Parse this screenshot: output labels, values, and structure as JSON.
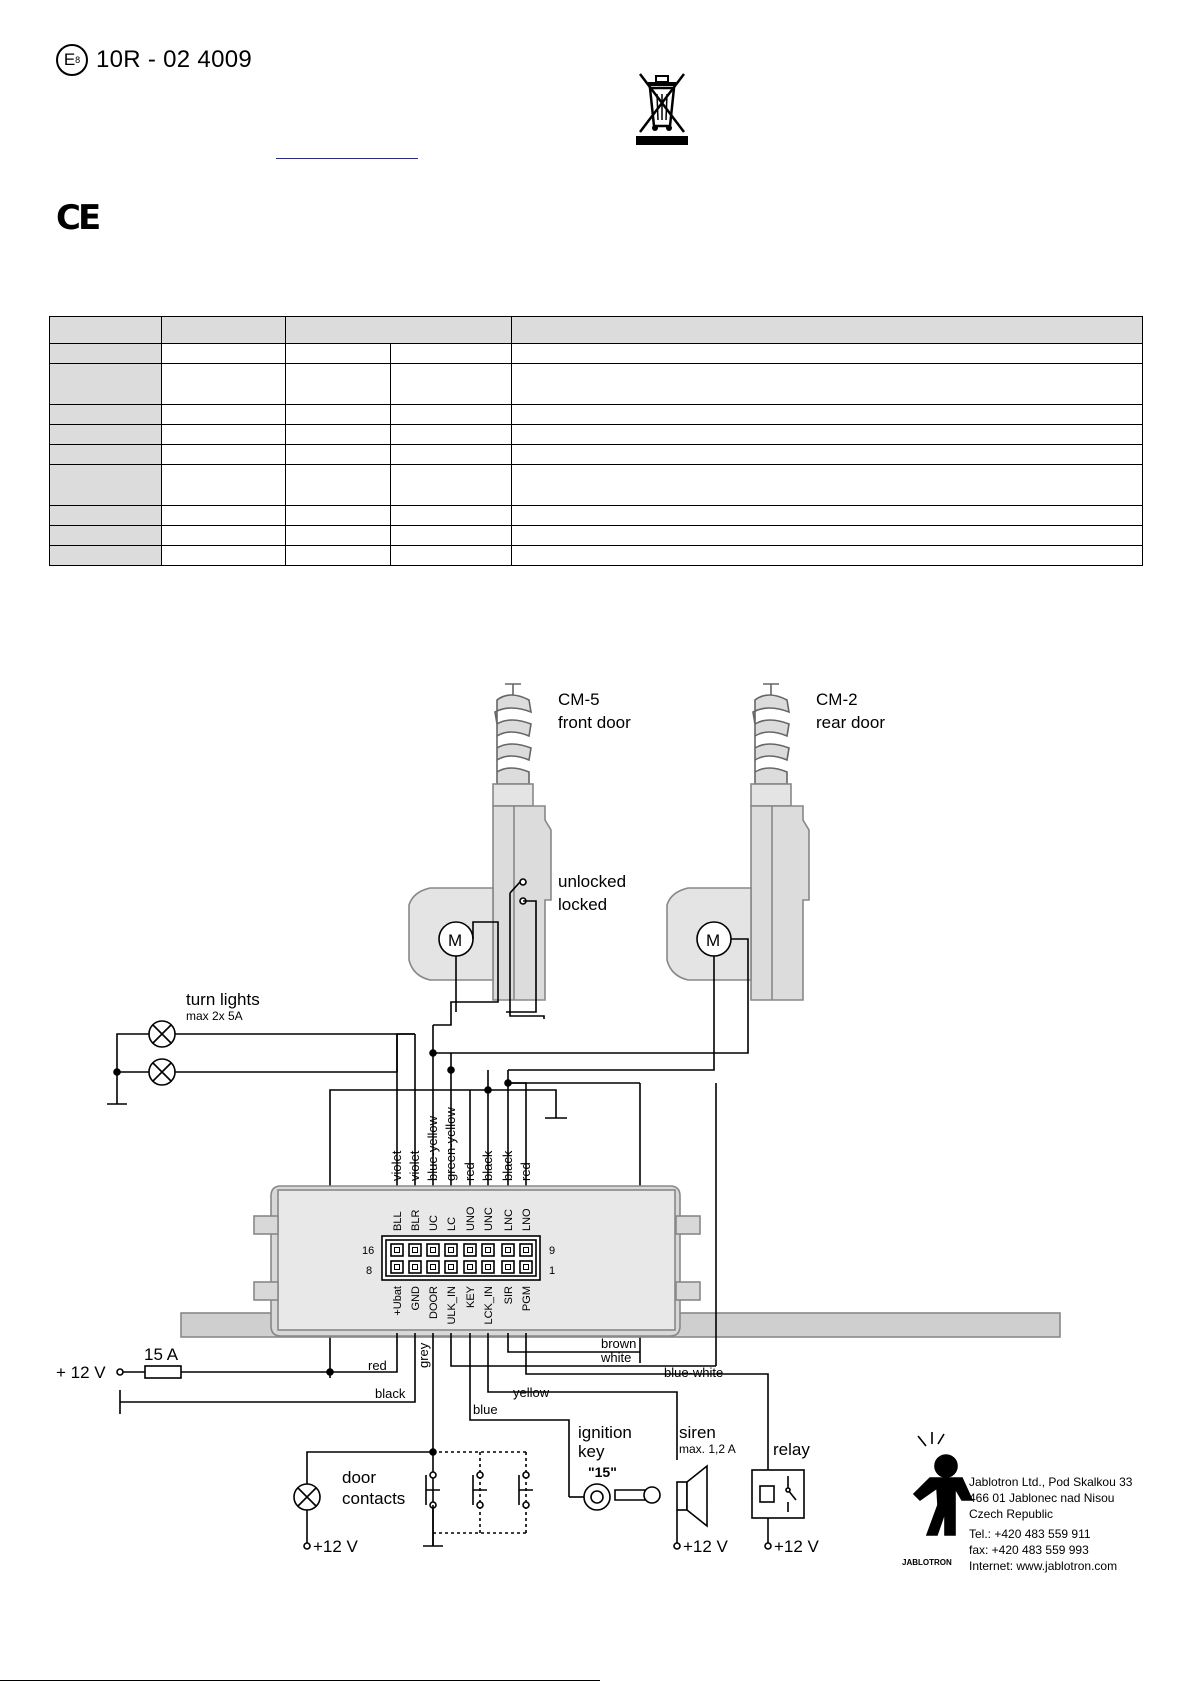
{
  "approval": {
    "mark_letter": "E",
    "mark_sub": "8",
    "number": "10R - 02 4009"
  },
  "ce_mark": "CE",
  "spec_table": {
    "rows": 10,
    "cols": 5
  },
  "devices": {
    "cm5": {
      "model": "CM-5",
      "desc": "front door"
    },
    "cm2": {
      "model": "CM-2",
      "desc": "rear door"
    },
    "unlocked": "unlocked",
    "locked": "locked",
    "motor": "M"
  },
  "turn_lights": {
    "label": "turn lights",
    "rating": "max 2x 5A"
  },
  "wires_top": [
    "violet",
    "violet",
    "blue-yellow",
    "green-yellow",
    "red",
    "black",
    "black",
    "red"
  ],
  "pins_top": [
    "BLL",
    "BLR",
    "UC",
    "LC",
    "UNO",
    "UNC",
    "LNC",
    "LNO"
  ],
  "pins_bottom": [
    "+Ubat",
    "GND",
    "DOOR",
    "ULK_IN",
    "KEY",
    "LCK_IN",
    "SIR",
    "PGM"
  ],
  "connector": {
    "n16": "16",
    "n9": "9",
    "n8": "8",
    "n1": "1"
  },
  "power": {
    "supply": "+ 12 V",
    "fuse": "15 A"
  },
  "wire_labels": {
    "red": "red",
    "black": "black",
    "grey": "grey",
    "brown": "brown",
    "white": "white",
    "blue_white": "blue-white",
    "blue": "blue",
    "yellow": "yellow"
  },
  "door_contacts": {
    "line1": "door",
    "line2": "contacts",
    "supply": "+12 V"
  },
  "ignition": {
    "line1": "ignition",
    "line2": "key",
    "code": "\"15\""
  },
  "siren": {
    "label": "siren",
    "rating": "max. 1,2 A",
    "supply": "+12 V"
  },
  "relay": {
    "label": "relay",
    "supply": "+12 V"
  },
  "company": {
    "name": "Jablotron Ltd., Pod Skalkou 33",
    "city": "466 01 Jablonec nad Nisou",
    "country": "Czech Republic",
    "tel": "Tel.: +420 483 559 911",
    "fax": "fax: +420 483 559 993",
    "web": "Internet: www.jablotron.com",
    "logo_text": "JABLOTRON"
  }
}
